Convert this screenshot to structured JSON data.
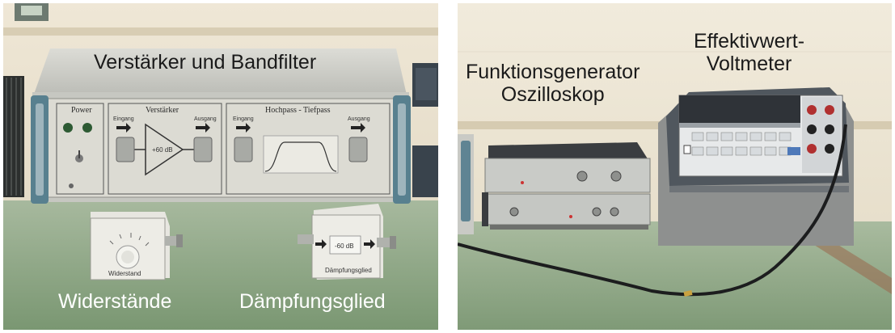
{
  "captions": {
    "verstaerker_bandfilter": "Verstärker und Bandfilter",
    "widerstaende": "Widerstände",
    "daempfungsglied": "Dämpfungsglied",
    "funktionsgenerator_line1": "Funktionsgenerator",
    "funktionsgenerator_line2": "Oszilloskop",
    "effektivwert_line1": "Effektivwert-",
    "effektivwert_line2": "Voltmeter"
  },
  "panel": {
    "power": "Power",
    "verstaerker": "Verstärker",
    "hochpass_tiefpass": "Hochpass   -   Tiefpass",
    "gain": "+60 dB",
    "eingang": "Eingang",
    "ausgang": "Ausgang"
  },
  "widerstand_box": {
    "label": "Widerstand"
  },
  "daempfung_box": {
    "value": "-60 dB",
    "label": "Dämpfungsglied"
  },
  "colors": {
    "wall": "#e9e2cf",
    "table": "#8ea88a",
    "panel": "#d9d8cf",
    "case": "#c8c9c4"
  }
}
